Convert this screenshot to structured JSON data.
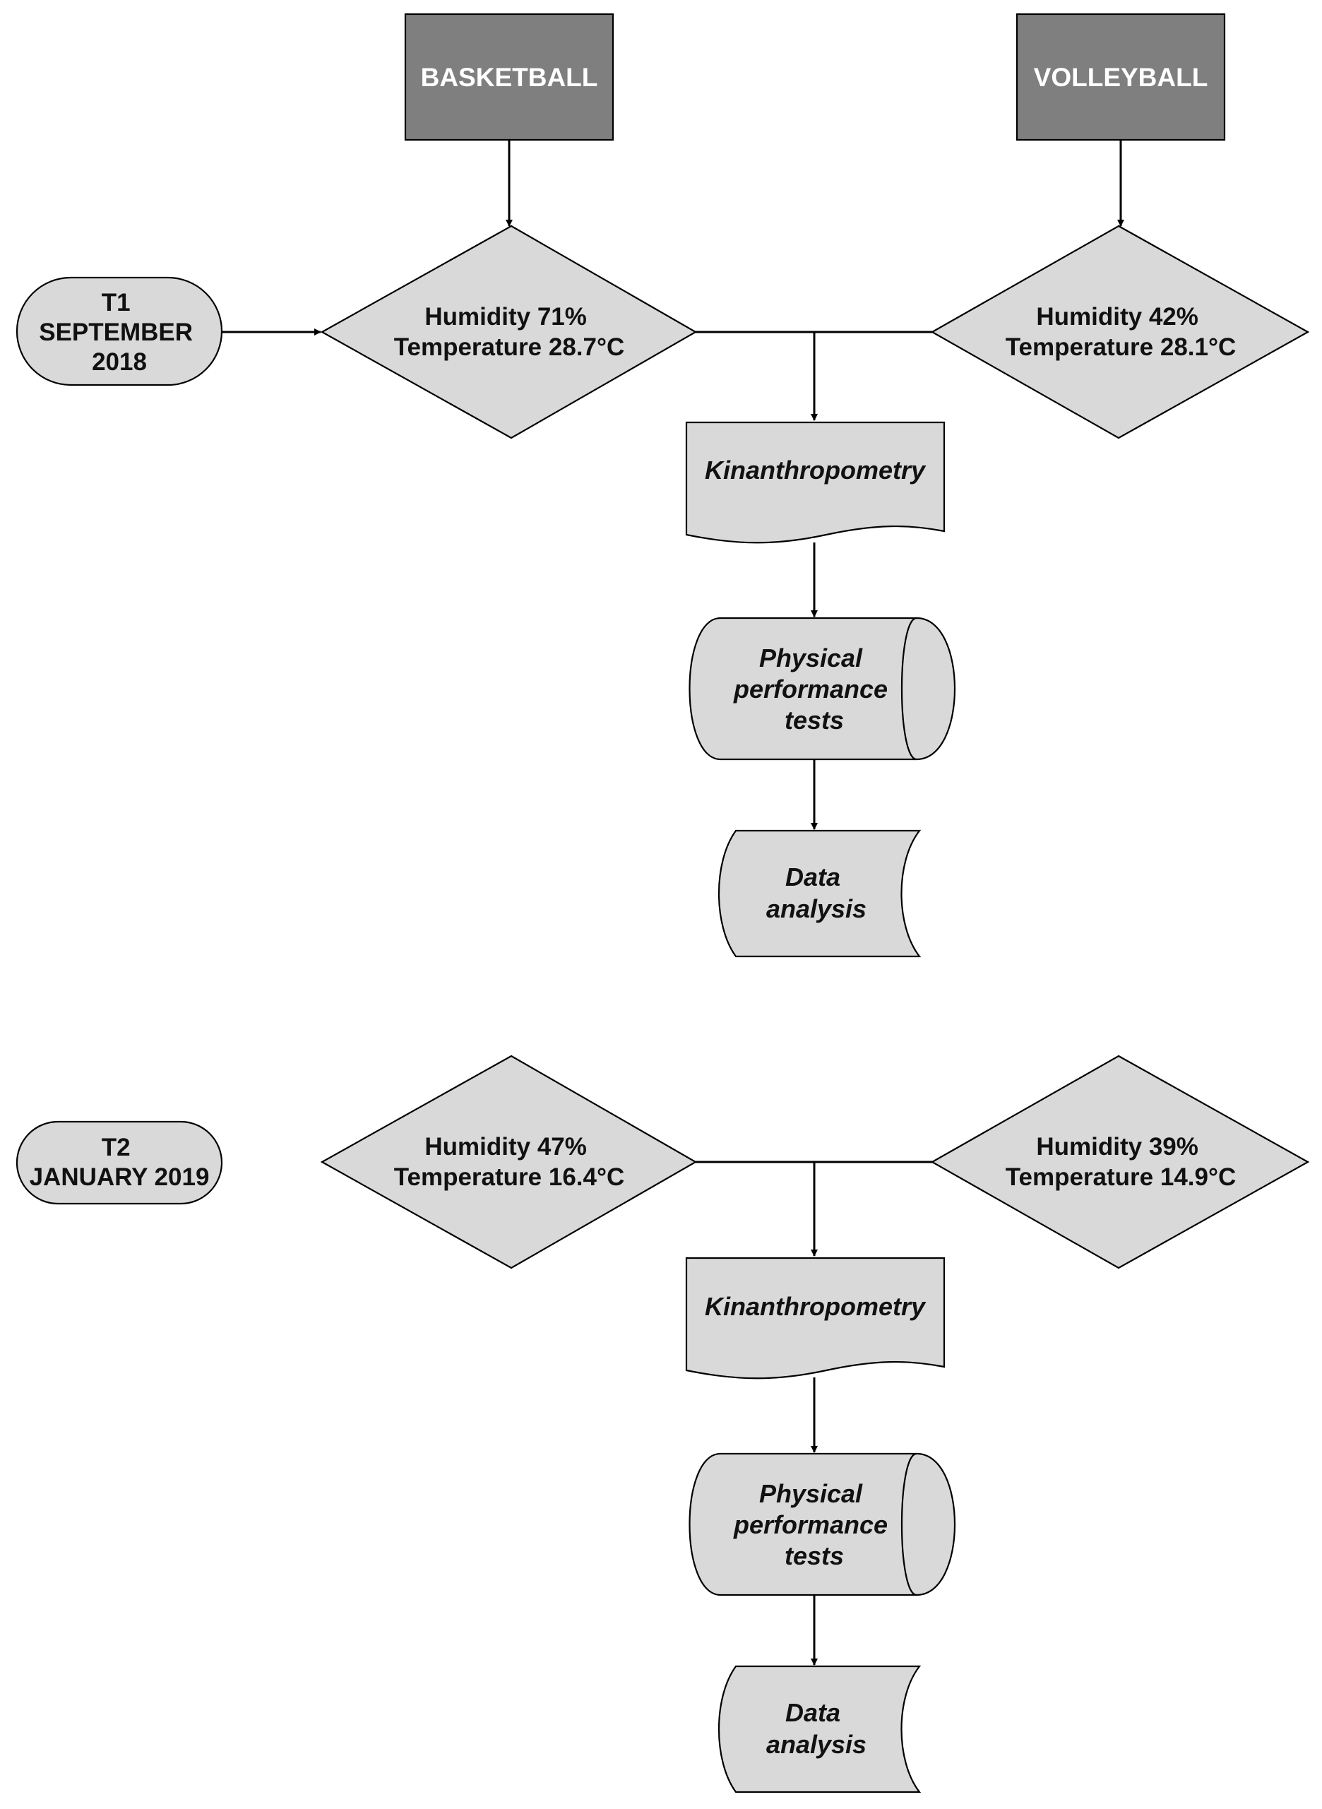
{
  "header": {
    "sport_left": "BASKETBALL",
    "sport_right": "VOLLEYBALL"
  },
  "phases": [
    {
      "time_label": [
        "T1",
        "SEPTEMBER",
        "2018"
      ],
      "left_conditions": [
        "Humidity 71%",
        "Temperature 28.7°C"
      ],
      "right_conditions": [
        "Humidity 42%",
        "Temperature 28.1°C"
      ],
      "steps": {
        "kinanthropometry": [
          "Kinanthropometry"
        ],
        "physical_tests": [
          "Physical",
          "performance",
          "tests"
        ],
        "data_analysis": [
          "Data",
          "analysis"
        ]
      }
    },
    {
      "time_label": [
        "T2",
        "JANUARY 2019"
      ],
      "left_conditions": [
        "Humidity 47%",
        "Temperature 16.4°C"
      ],
      "right_conditions": [
        "Humidity 39%",
        "Temperature 14.9°C"
      ],
      "steps": {
        "kinanthropometry": [
          "Kinanthropometry"
        ],
        "physical_tests": [
          "Physical",
          "performance",
          "tests"
        ],
        "data_analysis": [
          "Data",
          "analysis"
        ]
      }
    }
  ]
}
